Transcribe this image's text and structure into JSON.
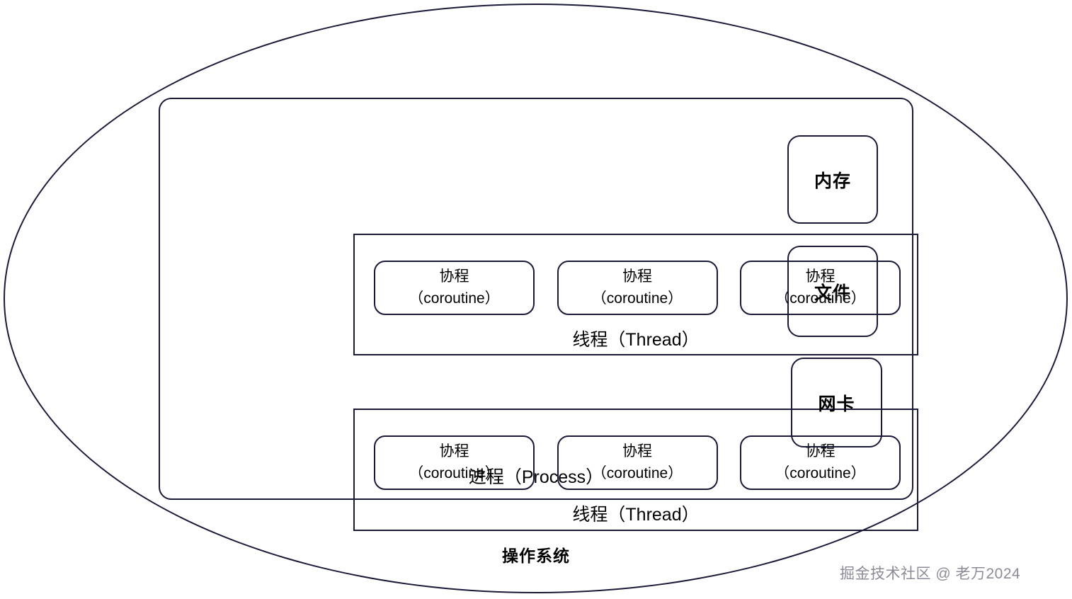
{
  "diagram": {
    "os": {
      "label": "操作系统",
      "shape": "ellipse",
      "stroke_color": "#1a1a38"
    },
    "process": {
      "label": "进程（Process）",
      "shape": "rounded-rect",
      "stroke_color": "#1a1a38"
    },
    "threads": [
      {
        "label": "线程（Thread）",
        "coroutines": [
          {
            "line1": "协程",
            "line2": "（coroutine）"
          },
          {
            "line1": "协程",
            "line2": "（coroutine）"
          },
          {
            "line1": "协程",
            "line2": "（coroutine）"
          }
        ]
      },
      {
        "label": "线程（Thread）",
        "coroutines": [
          {
            "line1": "协程",
            "line2": "（coroutine）"
          },
          {
            "line1": "协程",
            "line2": "（coroutine）"
          },
          {
            "line1": "协程",
            "line2": "（coroutine）"
          }
        ]
      }
    ],
    "resources": [
      {
        "label": "内存",
        "name": "memory"
      },
      {
        "label": "文件",
        "name": "file"
      },
      {
        "label": "网卡",
        "name": "network-card"
      }
    ]
  },
  "watermark": {
    "text": "掘金技术社区 @ 老万2024",
    "color": "#8c8c99"
  }
}
